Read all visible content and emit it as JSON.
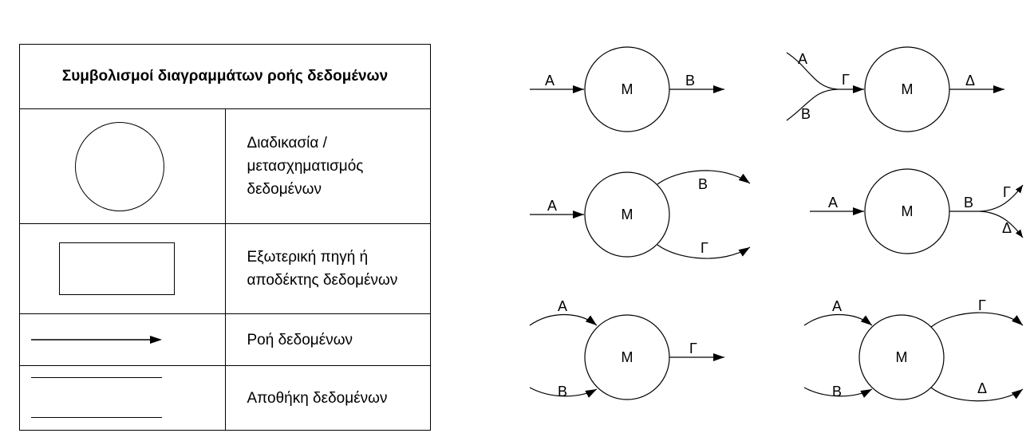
{
  "legend": {
    "title": "Συμβολισμοί διαγραμμάτων ροής δεδομένων",
    "rows": [
      {
        "symbol": "circle-icon",
        "lines": [
          "Διαδικασία /",
          "μετασχηματισμός",
          "δεδομένων"
        ]
      },
      {
        "symbol": "rectangle-icon",
        "lines": [
          "Εξωτερική πηγή ή",
          "αποδέκτης δεδομένων"
        ]
      },
      {
        "symbol": "arrow-icon",
        "lines": [
          "Ροή δεδομένων"
        ]
      },
      {
        "symbol": "double-line-icon",
        "lines": [
          "Αποθήκη δεδομένων"
        ]
      }
    ]
  },
  "diagrams": {
    "d1": {
      "process": "Μ",
      "in": "Α",
      "out": "Β"
    },
    "d2": {
      "process": "Μ",
      "in1": "Α",
      "in2": "Β",
      "merged": "Γ",
      "out": "Δ"
    },
    "d3": {
      "process": "Μ",
      "in": "Α",
      "out1": "Β",
      "out2": "Γ"
    },
    "d4": {
      "process": "Μ",
      "in": "Α",
      "out": "Β",
      "split1": "Γ",
      "split2": "Δ"
    },
    "d5": {
      "process": "Μ",
      "in1": "Α",
      "in2": "Β",
      "out": "Γ"
    },
    "d6": {
      "process": "Μ",
      "in1": "Α",
      "in2": "Β",
      "out1": "Γ",
      "out2": "Δ"
    }
  }
}
